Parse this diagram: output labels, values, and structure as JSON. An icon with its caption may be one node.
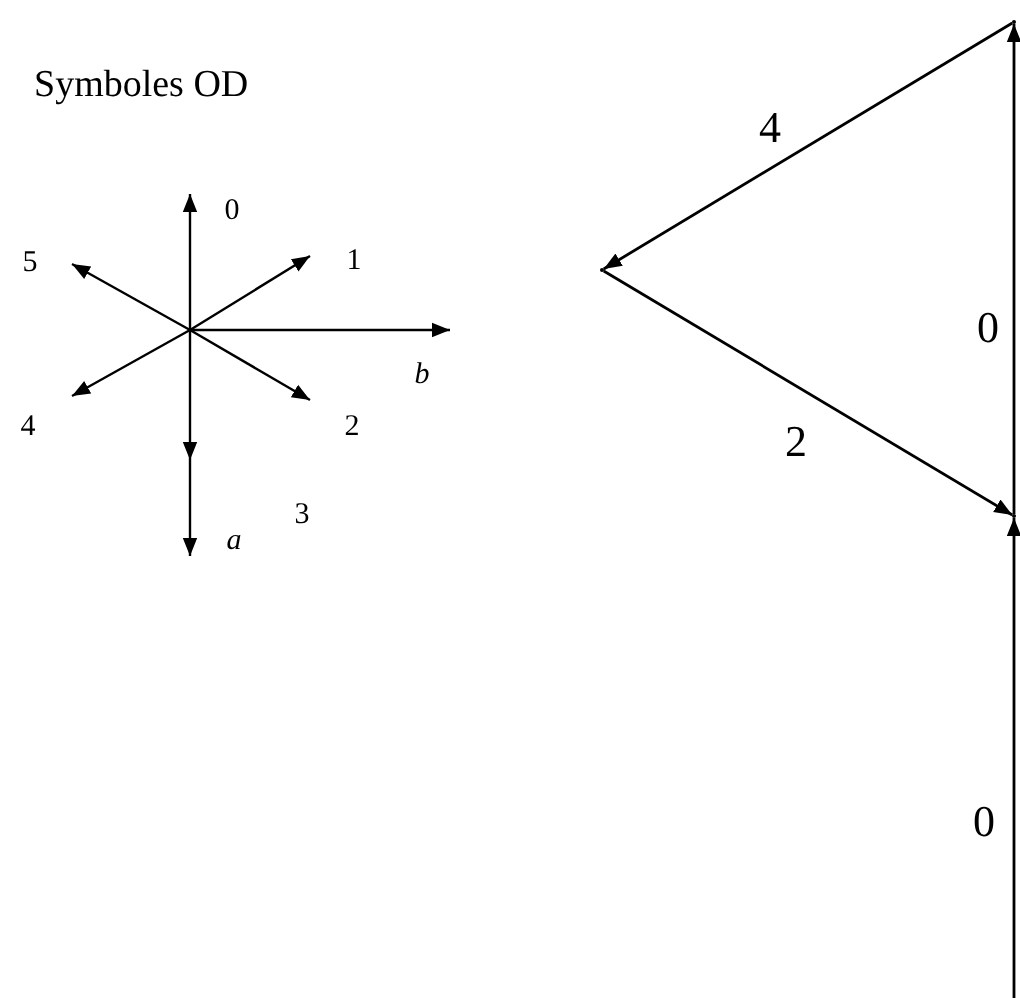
{
  "diagram": {
    "title": "Symboles OD",
    "nodes": [
      {
        "text": [],
        "shape": "dot"
      },
      {
        "text": [],
        "shape": "dot"
      },
      {
        "text": [],
        "shape": "dot"
      }
    ],
    "edges": [
      {
        "from": 0,
        "to": 1,
        "arrow": "to",
        "label": "4"
      },
      {
        "from": 1,
        "to": 2,
        "arrow": "to",
        "label": "2"
      },
      {
        "from": 2,
        "to": 0,
        "arrow": "to",
        "label": "0"
      },
      {
        "from": null,
        "to": 2,
        "arrow": "to",
        "label": "0"
      }
    ],
    "labels": [
      "0",
      "5",
      "1",
      "b",
      "4",
      "2",
      "3",
      "a"
    ]
  }
}
